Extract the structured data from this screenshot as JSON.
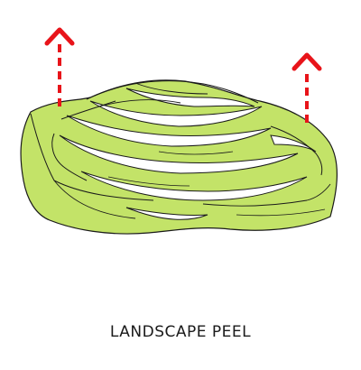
{
  "caption": "LANDSCAPE PEEL",
  "colors": {
    "landscape_fill": "#c3e368",
    "outline": "#1a1a1a",
    "arrow": "#e8141a",
    "background": "#ffffff"
  },
  "icons": {
    "arrows": [
      "arrow-up-dashed-left",
      "arrow-up-dashed-right"
    ]
  }
}
